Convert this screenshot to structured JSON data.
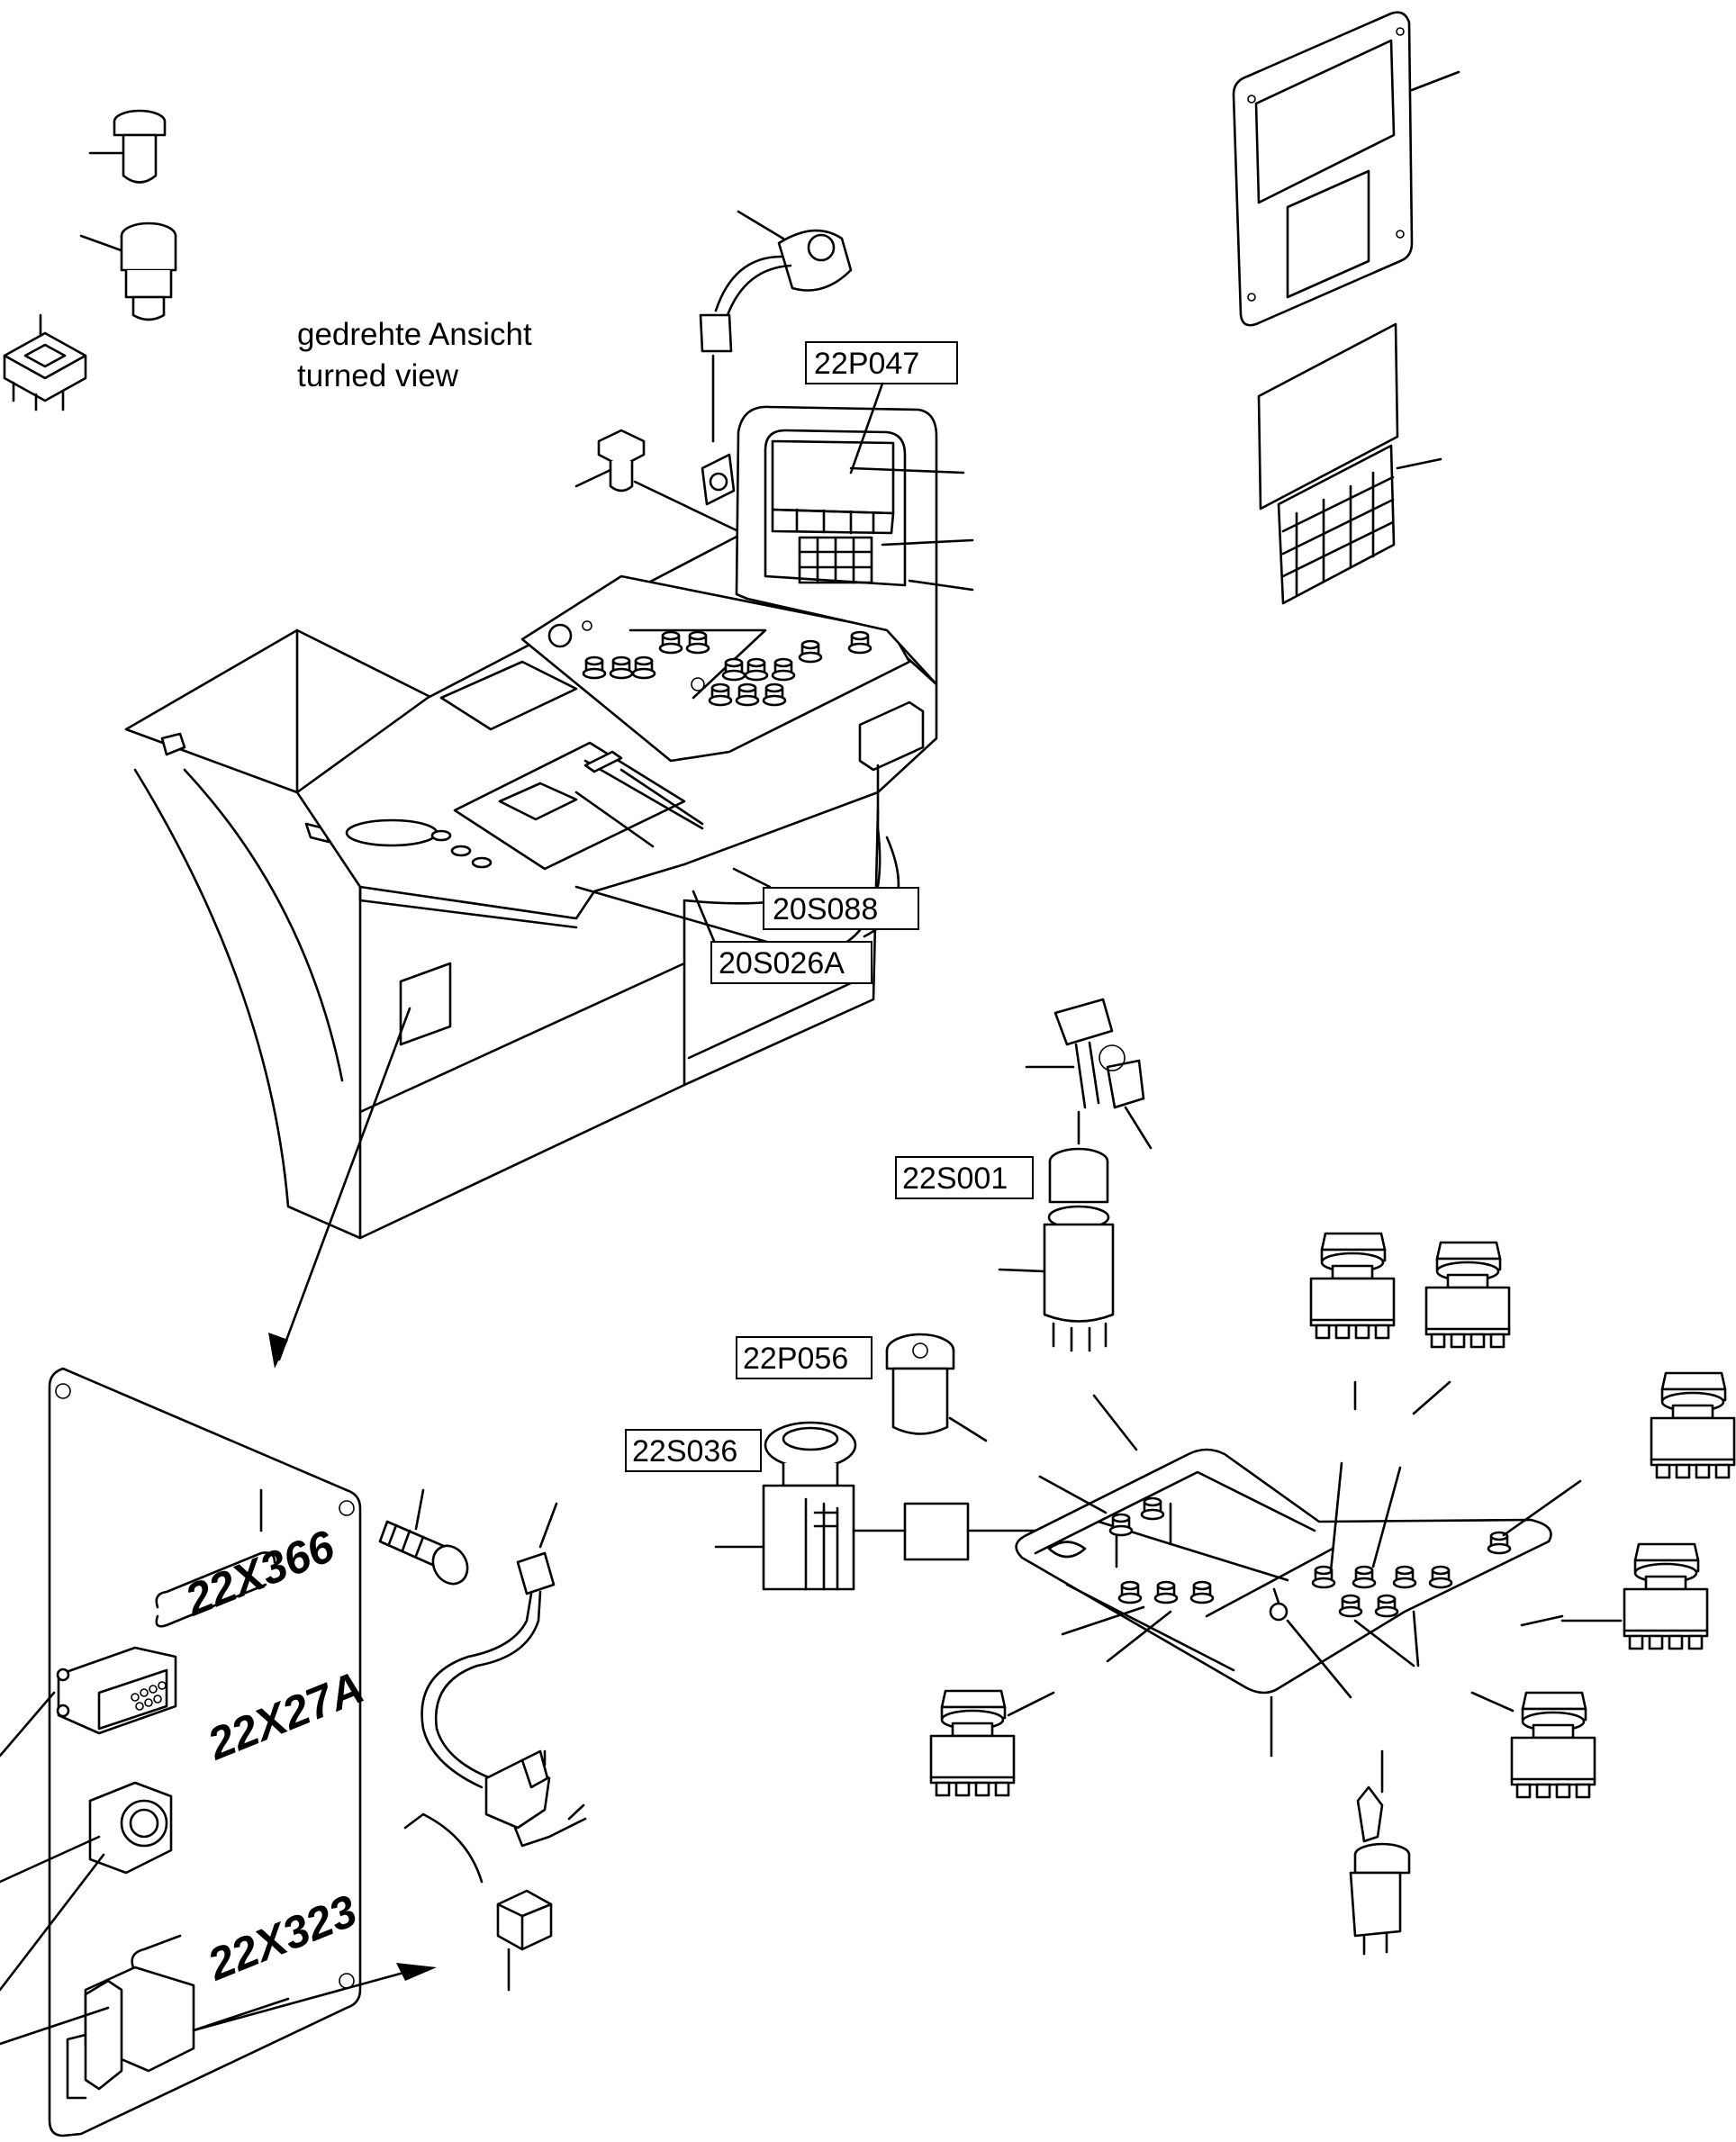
{
  "note": {
    "line1": "gedrehte Ansicht",
    "line2": "turned view"
  },
  "tags": {
    "p047": "22P047",
    "s088": "20S088",
    "s026a": "20S026A",
    "s001": "22S001",
    "p056": "22P056",
    "s036": "22S036"
  },
  "plate_labels": {
    "x366": "22X366",
    "x27a": "22X27A",
    "x323": "22X323"
  }
}
